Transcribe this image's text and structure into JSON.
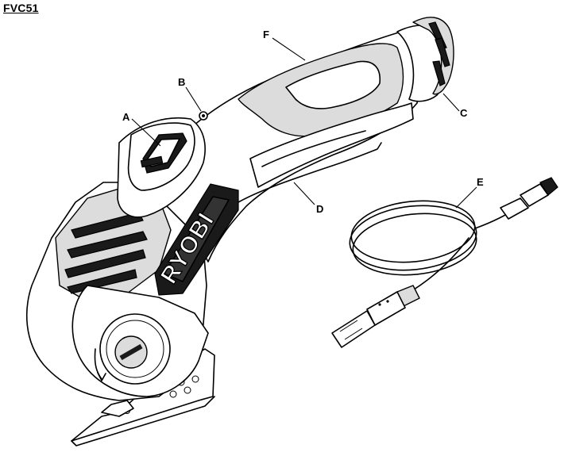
{
  "model": "FVC51",
  "brand": "RYOBI",
  "callouts": [
    {
      "letter": "A"
    },
    {
      "letter": "B"
    },
    {
      "letter": "C"
    },
    {
      "letter": "D"
    },
    {
      "letter": "E"
    },
    {
      "letter": "F"
    }
  ]
}
